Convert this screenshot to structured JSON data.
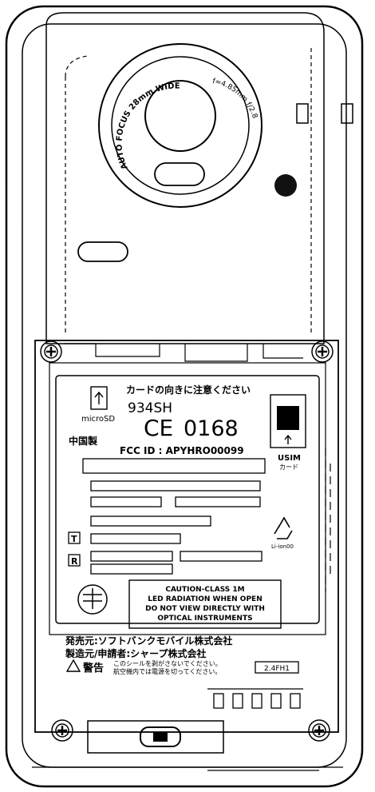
{
  "label": {
    "card_notice": "カードの向きに注意ください",
    "model": "934SH",
    "microsd": "microSD",
    "made_in": "中国製",
    "ce_mark": "CE",
    "ce_number": "0168",
    "fcc": "FCC ID : APYHRO00099",
    "usim_line1": "USIM",
    "usim_line2": "カード",
    "recycle_caption": "Li-ion00",
    "t_mark": "T",
    "r_mark": "R",
    "caution_lines": [
      "CAUTION-CLASS 1M",
      "LED RADIATION WHEN OPEN",
      "DO NOT VIEW DIRECTLY WITH",
      "OPTICAL INSTRUMENTS"
    ],
    "seller": "発売元:ソフトバンクモバイル株式会社",
    "maker": "製造元/申請者:シャープ株式会社",
    "warning_word": "警告",
    "warning_line1": "このシールを剥がさないでください。",
    "warning_line2": "航空機内では電源を切ってください。",
    "freq_badge": "2.4FH1"
  },
  "lens": {
    "ring_top": "AUTO FOCUS 28mm WIDE",
    "ring_right": "f=4.85mm f/2.8"
  }
}
